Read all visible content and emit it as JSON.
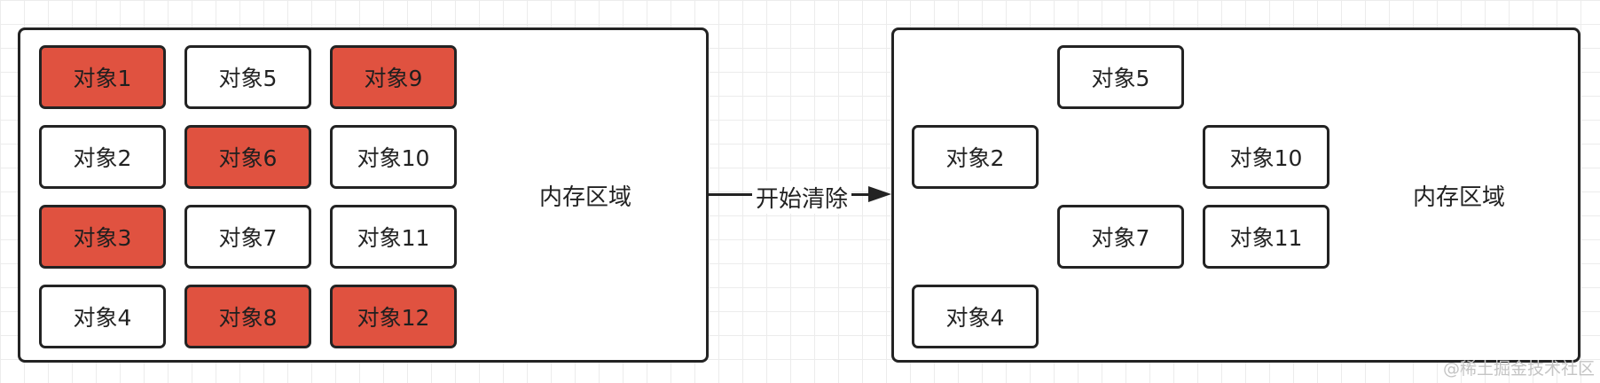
{
  "before": {
    "label": "内存区域",
    "objects": [
      {
        "label": "对象1",
        "marked": true
      },
      {
        "label": "对象5",
        "marked": false
      },
      {
        "label": "对象9",
        "marked": true
      },
      {
        "label": "对象2",
        "marked": false
      },
      {
        "label": "对象6",
        "marked": true
      },
      {
        "label": "对象10",
        "marked": false
      },
      {
        "label": "对象3",
        "marked": true
      },
      {
        "label": "对象7",
        "marked": false
      },
      {
        "label": "对象11",
        "marked": false
      },
      {
        "label": "对象4",
        "marked": false
      },
      {
        "label": "对象8",
        "marked": true
      },
      {
        "label": "对象12",
        "marked": true
      }
    ]
  },
  "arrow": {
    "label": "开始清除"
  },
  "after": {
    "label": "内存区域",
    "objects": [
      {
        "label": "对象5"
      },
      {
        "label": "对象2"
      },
      {
        "label": "对象10"
      },
      {
        "label": "对象7"
      },
      {
        "label": "对象11"
      },
      {
        "label": "对象4"
      }
    ]
  },
  "colors": {
    "marked_fill": "#e05240",
    "border": "#232323"
  },
  "watermark": "@稀土掘金技术社区"
}
